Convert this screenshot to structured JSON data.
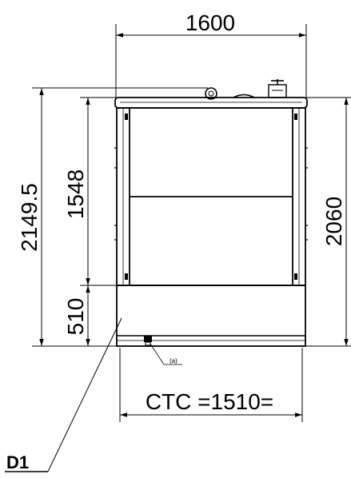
{
  "drawing": {
    "dimensions": {
      "overall_width": "1600",
      "overall_height": "2149.5",
      "upper_section_height": "1548",
      "base_height": "510",
      "right_height": "2060",
      "center_to_center": "CTC =1510="
    },
    "callout_small": "(a)",
    "detail_label": "D1",
    "colors": {
      "line": "#000000",
      "background": "#ffffff"
    }
  }
}
